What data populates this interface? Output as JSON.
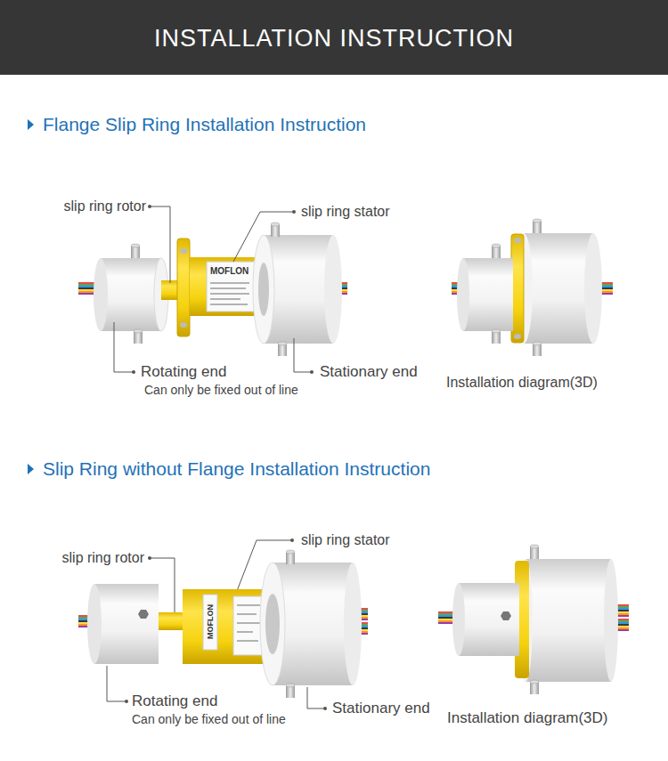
{
  "diagram": {
    "title": "INSTALLATION INSTRUCTION",
    "labels": [
      "Flange Slip Ring Installation Instruction",
      "slip ring rotor",
      "slip ring stator",
      "MOFLON",
      "Rotating end",
      "Can only be fixed out of line",
      "Stationary end",
      "Installation diagram(3D)",
      "Slip Ring without Flange Installation Instruction",
      "slip ring rotor",
      "slip ring stator",
      "MOFLON",
      "Rotating end",
      "Can only be fixed out of line",
      "Stationary end",
      "Installation diagram(3D)"
    ]
  }
}
